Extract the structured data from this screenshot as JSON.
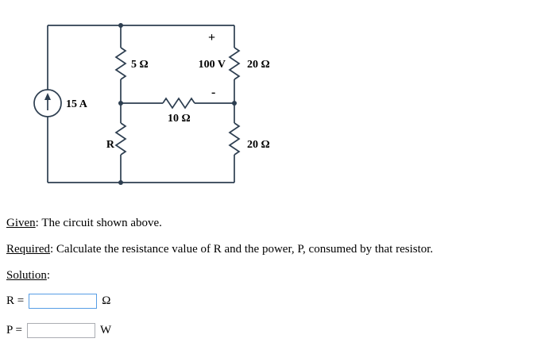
{
  "colors": {
    "wire": "#2d3e50",
    "label_text": "#000000",
    "focused_input_border": "#569de5",
    "input_border": "#abadb3"
  },
  "circuit": {
    "current_source_label": "15 A",
    "resistor_top_mid_label": "5 Ω",
    "voltage_label": "100 V",
    "voltage_plus": "+",
    "voltage_minus": "-",
    "resistor_top_right_label": "20 Ω",
    "resistor_mid_label": "10 Ω",
    "resistor_R_label": "R",
    "resistor_bottom_right_label": "20 Ω"
  },
  "problem": {
    "given_label": "Given",
    "given_rest": ": The circuit shown above.",
    "required_label": "Required",
    "required_rest": ": Calculate the resistance value of R and the power, P, consumed by that resistor.",
    "solution_label": "Solution",
    "solution_rest": ":"
  },
  "solution": {
    "r_prefix": "R =",
    "r_value": "",
    "r_unit": "Ω",
    "p_prefix": "P =",
    "p_value": "",
    "p_unit": "W"
  }
}
